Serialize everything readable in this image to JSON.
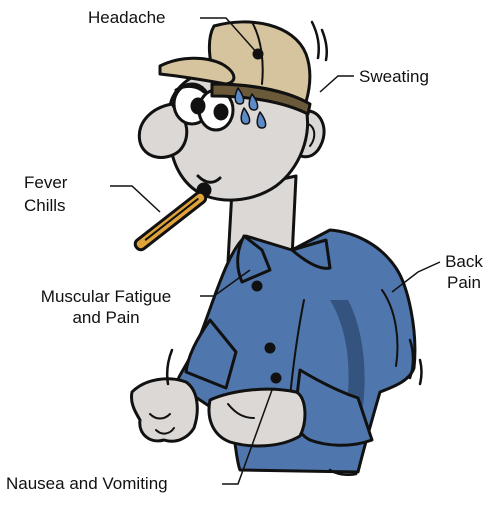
{
  "labels": {
    "headache": "Headache",
    "sweating": "Sweating",
    "fever": "Fever",
    "chills": "Chills",
    "back_line1": "Back",
    "back_line2": "Pain",
    "muscular_line1": "Muscular Fatigue",
    "muscular_line2": "and Pain",
    "nausea": "Nausea and Vomiting"
  },
  "colors": {
    "skin": "#dcd8d6",
    "shirt": "#4f76ad",
    "shirt_shadow": "#34547f",
    "hat": "#d6c49e",
    "hat_band": "#6b5a3a",
    "sweat": "#5b8bc9",
    "thermometer": "#e0a33a",
    "outline": "#111111"
  }
}
